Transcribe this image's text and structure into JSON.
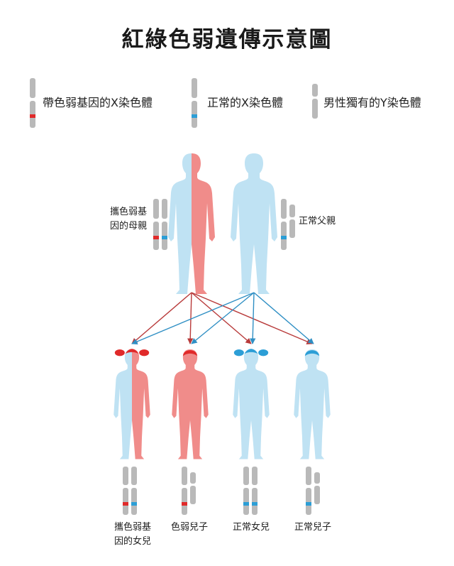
{
  "title": "紅綠色弱遺傳示意圖",
  "colors": {
    "red_gene": "#e02a2a",
    "normal_gene": "#2c9ed6",
    "red_body": "#f08c8a",
    "blue_body": "#bfe2f3",
    "chromosome": "#b9b9b9",
    "arrow_red": "#b83a3a",
    "arrow_blue": "#2f8fc4"
  },
  "legend": [
    {
      "label": "帶色弱基因的X染色體",
      "chromosome": "x-red-icon"
    },
    {
      "label": "正常的X染色體",
      "chromosome": "x-normal-icon"
    },
    {
      "label": "男性獨有的Y染色體",
      "chromosome": "y-icon"
    }
  ],
  "parents": [
    {
      "label_lines": [
        "攜色弱基",
        "因的母親"
      ],
      "type": "carrier-mother"
    },
    {
      "label_lines": [
        "正常父親"
      ],
      "type": "normal-father"
    }
  ],
  "children": [
    {
      "label_lines": [
        "攜色弱基",
        "因的女兒"
      ],
      "type": "carrier-daughter"
    },
    {
      "label_lines": [
        "色弱兒子"
      ],
      "type": "colorblind-son"
    },
    {
      "label_lines": [
        "正常女兒"
      ],
      "type": "normal-daughter"
    },
    {
      "label_lines": [
        "正常兒子"
      ],
      "type": "normal-son"
    }
  ]
}
